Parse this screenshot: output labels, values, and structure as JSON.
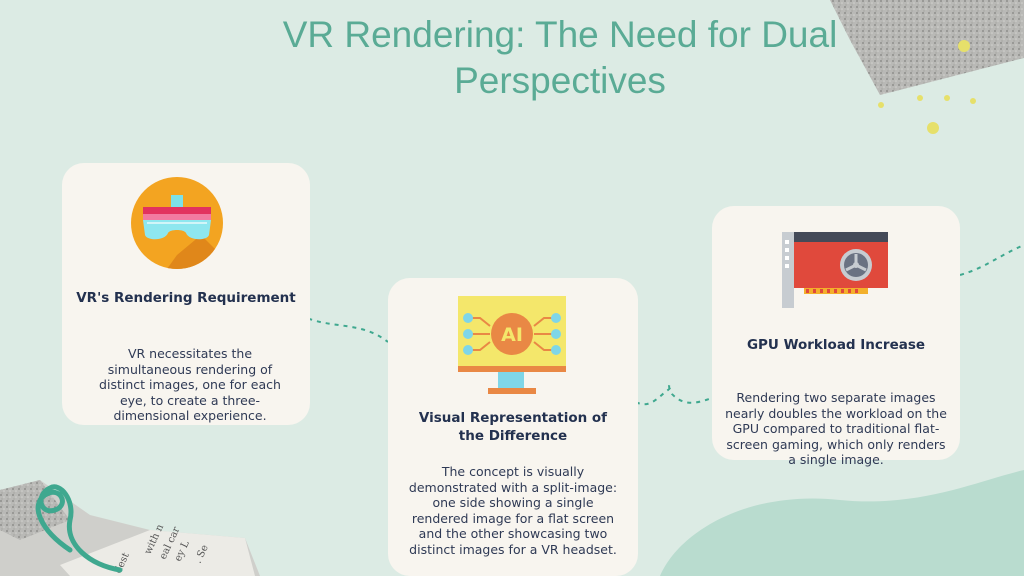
{
  "title": "VR Rendering: The Need for Dual Perspectives",
  "cards": [
    {
      "heading": "VR's Rendering Requirement",
      "body": "VR necessitates the simultaneous rendering of distinct images, one for each eye, to create a three-dimensional experience.",
      "icon": "vr-headset-icon"
    },
    {
      "heading": "Visual Representation of the Difference",
      "body": "The concept is visually demonstrated with a split-image: one side showing a single rendered image for a flat screen and the other showcasing two distinct images for a VR headset.",
      "icon": "ai-monitor-icon",
      "icon_text": "AI"
    },
    {
      "heading": "GPU Workload Increase",
      "body": "Rendering two separate images nearly doubles the workload on the GPU compared to traditional flat-screen gaming, which only renders a single image.",
      "icon": "graphics-card-icon"
    }
  ],
  "colors": {
    "background": "#dcebe4",
    "title": "#5aab95",
    "card": "#f8f5ef",
    "heading": "#23314f",
    "accent_teal": "#3fa88f",
    "accent_yellow": "#e6e06a"
  }
}
